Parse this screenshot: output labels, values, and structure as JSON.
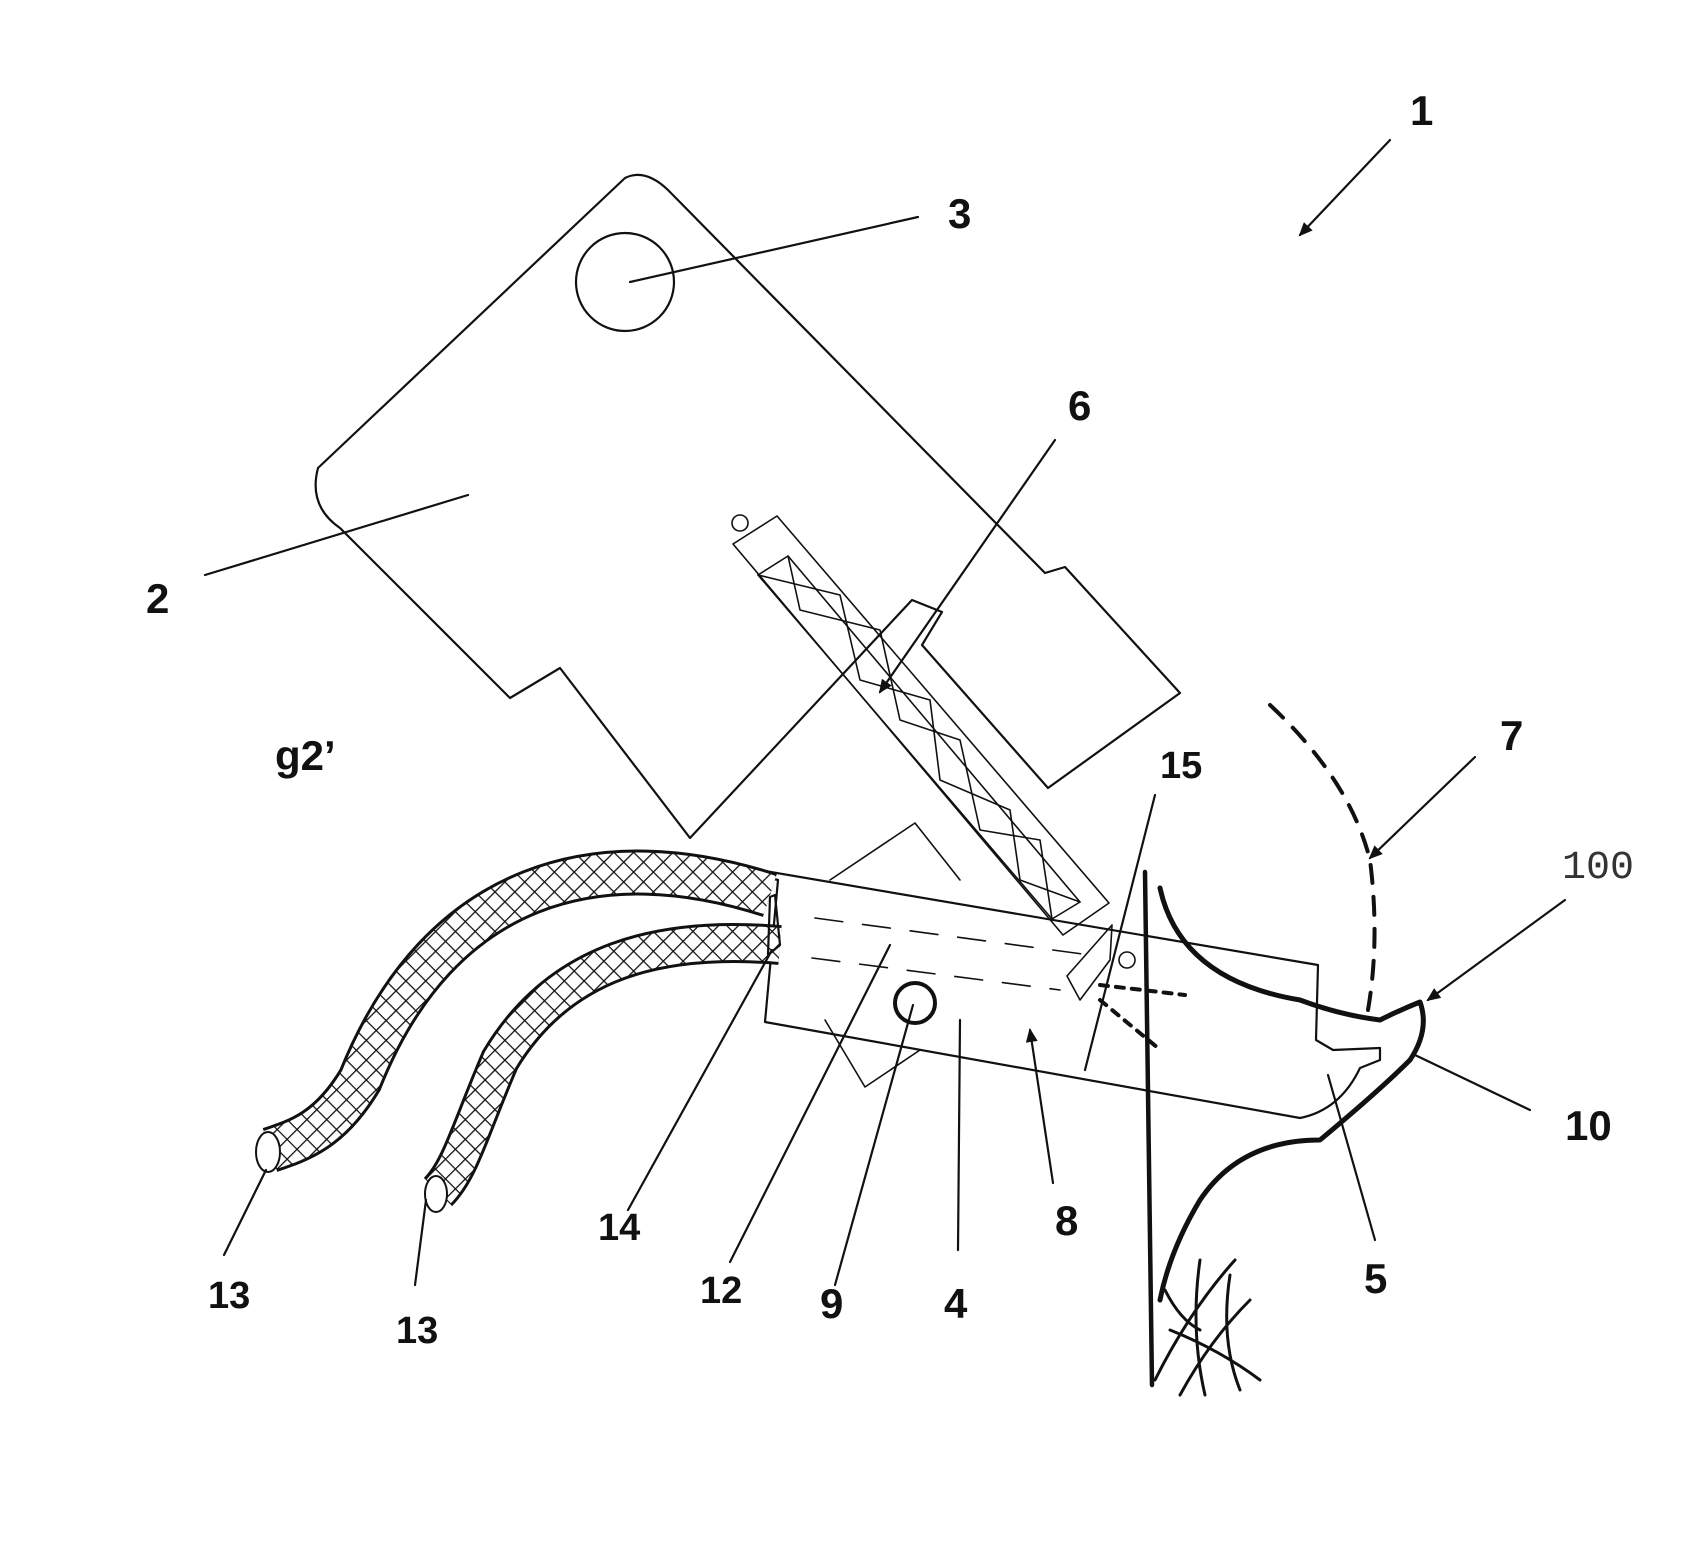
{
  "labels": {
    "l1": "1",
    "l2": "2",
    "l3": "3",
    "l4": "4",
    "l5": "5",
    "l6": "6",
    "l7": "7",
    "l8": "8",
    "l9": "9",
    "l10": "10",
    "l12": "12",
    "l13a": "13",
    "l13b": "13",
    "l14": "14",
    "l15": "15",
    "l100": "100",
    "g2": "g2’"
  }
}
